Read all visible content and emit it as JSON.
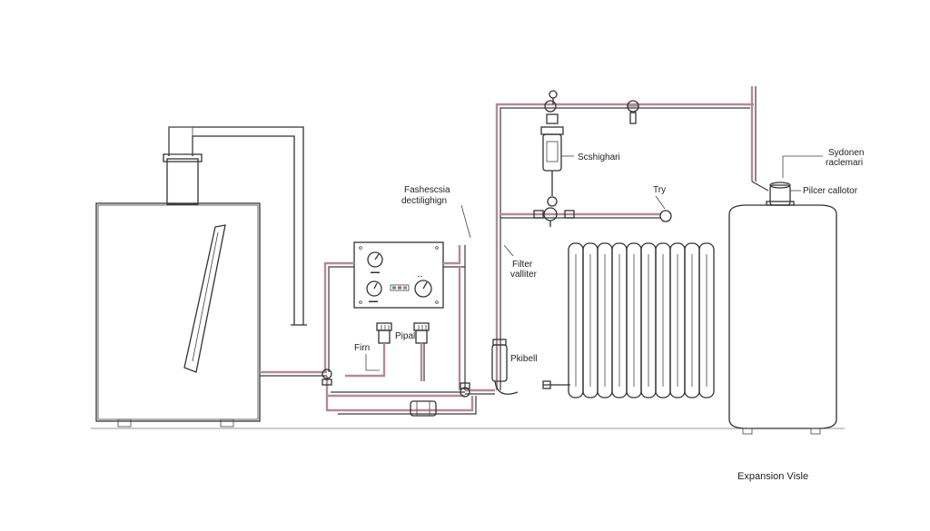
{
  "labels": {
    "control_title_1": "Fashescsia",
    "control_title_2": "dectilighign",
    "component_top": "Scshighari",
    "try_label": "Try",
    "filter_1": "Filter",
    "filter_2": "valliter",
    "pipe_label": "Pipal",
    "firm_label": "Firn",
    "pikbell_label": "Pkibell",
    "sydonen_1": "Sydonen",
    "sydonen_2": "raclemari",
    "pilcer_label": "Pilcer callotor",
    "expansion_label": "Expansion Visle"
  },
  "colors": {
    "pipe_tint": "#b48a94",
    "stroke": "#333333",
    "background": "#ffffff"
  },
  "icons": [
    "boiler",
    "flue-pipe",
    "control-panel",
    "pump",
    "gauge",
    "radiator",
    "expansion-vessel",
    "valve"
  ]
}
